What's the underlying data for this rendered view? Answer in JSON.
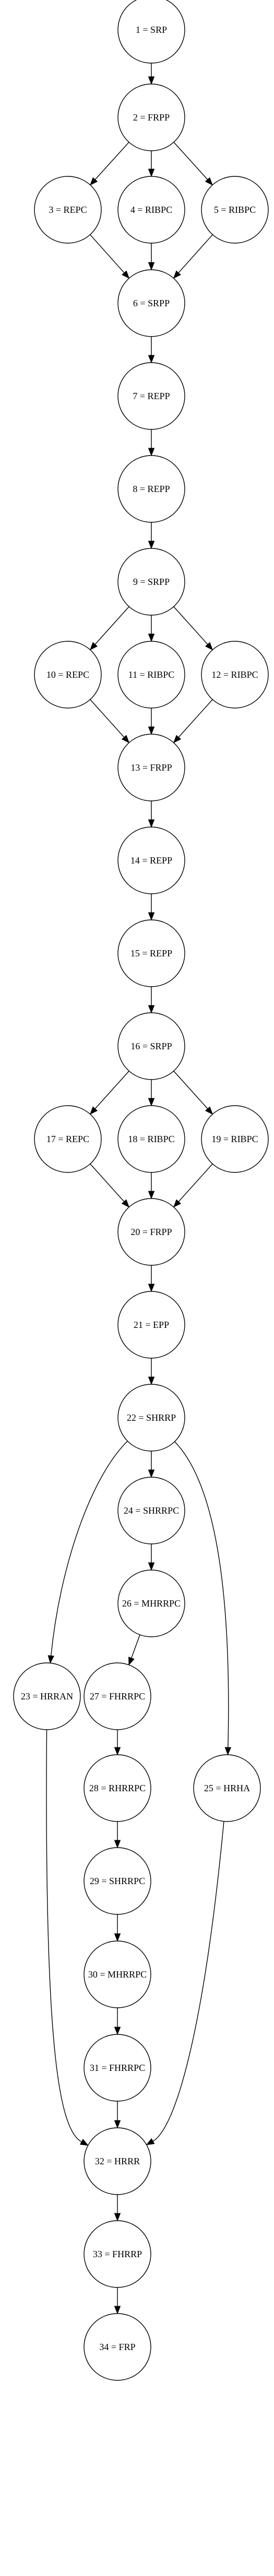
{
  "nodes": [
    {
      "id": "n1",
      "label": "1 = SRP"
    },
    {
      "id": "n2",
      "label": "2 = FRPP"
    },
    {
      "id": "n3",
      "label": "3 = REPC"
    },
    {
      "id": "n4",
      "label": "4 = RIBPC"
    },
    {
      "id": "n5",
      "label": "5 = RIBPC"
    },
    {
      "id": "n6",
      "label": "6 = SRPP"
    },
    {
      "id": "n7",
      "label": "7 = REPP"
    },
    {
      "id": "n8",
      "label": "8 = REPP"
    },
    {
      "id": "n9",
      "label": "9 = SRPP"
    },
    {
      "id": "n10",
      "label": "10 = REPC"
    },
    {
      "id": "n11",
      "label": "11 = RIBPC"
    },
    {
      "id": "n12",
      "label": "12 = RIBPC"
    },
    {
      "id": "n13",
      "label": "13 = FRPP"
    },
    {
      "id": "n14",
      "label": "14 = REPP"
    },
    {
      "id": "n15",
      "label": "15 = REPP"
    },
    {
      "id": "n16",
      "label": "16 = SRPP"
    },
    {
      "id": "n17",
      "label": "17 = REPC"
    },
    {
      "id": "n18",
      "label": "18 = RIBPC"
    },
    {
      "id": "n19",
      "label": "19 = RIBPC"
    },
    {
      "id": "n20",
      "label": "20 = FRPP"
    },
    {
      "id": "n21",
      "label": "21 = EPP"
    },
    {
      "id": "n22",
      "label": "22 = SHRRP"
    },
    {
      "id": "n23",
      "label": "23 = HRRAN"
    },
    {
      "id": "n24",
      "label": "24 = SHRRPC"
    },
    {
      "id": "n25",
      "label": "25 = HRHA"
    },
    {
      "id": "n26",
      "label": "26 = MHRRPC"
    },
    {
      "id": "n27",
      "label": "27 = FHRRPC"
    },
    {
      "id": "n28",
      "label": "28 = RHRRPC"
    },
    {
      "id": "n29",
      "label": "29 = SHRRPC"
    },
    {
      "id": "n30",
      "label": "30 = MHRRPC"
    },
    {
      "id": "n31",
      "label": "31 = FHRRPC"
    },
    {
      "id": "n32",
      "label": "32 = HRRR"
    },
    {
      "id": "n33",
      "label": "33 = FHRRP"
    },
    {
      "id": "n34",
      "label": "34 = FRP"
    }
  ],
  "edges": [
    {
      "from": "n1",
      "to": "n2"
    },
    {
      "from": "n2",
      "to": "n3"
    },
    {
      "from": "n2",
      "to": "n4"
    },
    {
      "from": "n2",
      "to": "n5"
    },
    {
      "from": "n3",
      "to": "n6"
    },
    {
      "from": "n4",
      "to": "n6"
    },
    {
      "from": "n5",
      "to": "n6"
    },
    {
      "from": "n6",
      "to": "n7"
    },
    {
      "from": "n7",
      "to": "n8"
    },
    {
      "from": "n8",
      "to": "n9"
    },
    {
      "from": "n9",
      "to": "n10"
    },
    {
      "from": "n9",
      "to": "n11"
    },
    {
      "from": "n9",
      "to": "n12"
    },
    {
      "from": "n10",
      "to": "n13"
    },
    {
      "from": "n11",
      "to": "n13"
    },
    {
      "from": "n12",
      "to": "n13"
    },
    {
      "from": "n13",
      "to": "n14"
    },
    {
      "from": "n14",
      "to": "n15"
    },
    {
      "from": "n15",
      "to": "n16"
    },
    {
      "from": "n16",
      "to": "n17"
    },
    {
      "from": "n16",
      "to": "n18"
    },
    {
      "from": "n16",
      "to": "n19"
    },
    {
      "from": "n17",
      "to": "n20"
    },
    {
      "from": "n18",
      "to": "n20"
    },
    {
      "from": "n19",
      "to": "n20"
    },
    {
      "from": "n20",
      "to": "n21"
    },
    {
      "from": "n21",
      "to": "n22"
    },
    {
      "from": "n22",
      "to": "n23"
    },
    {
      "from": "n22",
      "to": "n24"
    },
    {
      "from": "n22",
      "to": "n25"
    },
    {
      "from": "n24",
      "to": "n26"
    },
    {
      "from": "n26",
      "to": "n27"
    },
    {
      "from": "n27",
      "to": "n28"
    },
    {
      "from": "n28",
      "to": "n29"
    },
    {
      "from": "n29",
      "to": "n30"
    },
    {
      "from": "n30",
      "to": "n31"
    },
    {
      "from": "n23",
      "to": "n32"
    },
    {
      "from": "n31",
      "to": "n32"
    },
    {
      "from": "n25",
      "to": "n32"
    },
    {
      "from": "n32",
      "to": "n33"
    },
    {
      "from": "n33",
      "to": "n34"
    }
  ],
  "colors": {
    "stroke": "#000000",
    "fill": "#ffffff",
    "text": "#000000",
    "background": "#ffffff"
  }
}
